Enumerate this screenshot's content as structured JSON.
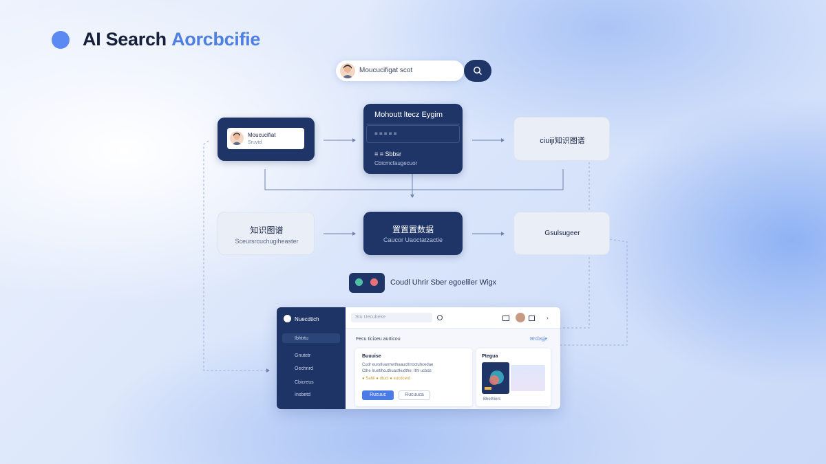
{
  "header": {
    "title_main": "AI Search ",
    "title_accent": "Aorcbcifie"
  },
  "search": {
    "text": "Moucucifigat scot"
  },
  "row1": {
    "input_box": {
      "title": "Moucucifiat",
      "subtitle": "Sruvtd"
    },
    "center_box": {
      "title": "Mohoutt ltecz Eygim",
      "item1": "≡ ≡ ≡ ≡ ≡",
      "item2": "≡ ≡ Sbbsr",
      "item3": "Cbicmcfaugecuor"
    },
    "right_box": {
      "title": "ciuiji知识图谱"
    }
  },
  "row2": {
    "left_box": {
      "title": "知识图谱",
      "subtitle": "Sceursrcuchugiheaster"
    },
    "center_box": {
      "title": "置置置数据",
      "subtitle": "Caucor Uaoctatzactie"
    },
    "right_box": {
      "title": "Gsulsugeer"
    }
  },
  "legend": {
    "text": "Coudl Uhrir Sber egoeliler Wigx",
    "dot_colors": [
      "#4fc0a6",
      "#e6727a"
    ]
  },
  "app": {
    "brand": "Nuecdtich",
    "search_placeholder": "Stu Uecubeke",
    "nav": [
      "Ibhtrtu",
      "Gnutetr",
      "Oechnrd",
      "Cbicreus",
      "Insbetd"
    ],
    "section_title": "Fecu ticioeu aurticou",
    "section_link": "Rrcbsjje",
    "card1": {
      "title": "Buuuise",
      "line1": "Cudr eurstluarmwthaauctlrroctuhcedae",
      "line2": "Cthe Iruetihcuthuactkudthe: Ithl ucbds",
      "tags": "● Sahii ● dtuct ● eucdcerd",
      "primary_btn": "Rucuuc",
      "secondary_btn": "Rucuuca"
    },
    "card2": {
      "title": "Ptegua",
      "caption": "Bhethiers"
    }
  }
}
